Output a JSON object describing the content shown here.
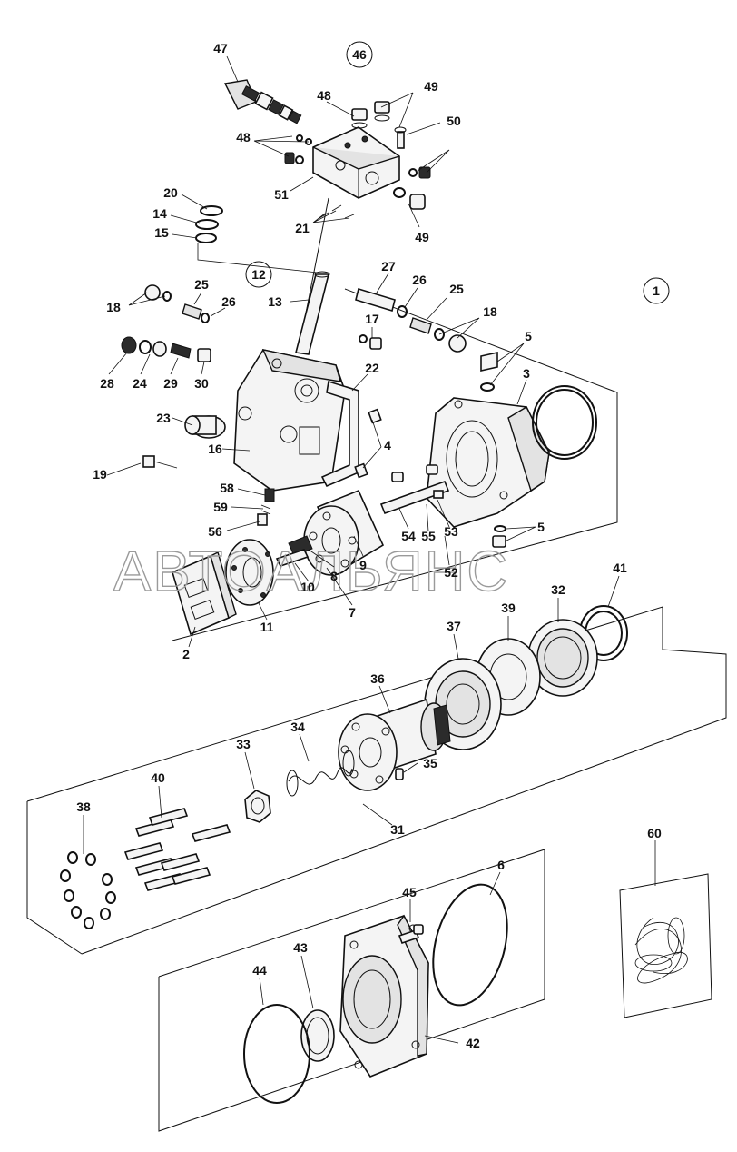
{
  "figure": {
    "watermark": "АВТОАЛЬЯНС",
    "group_labels": [
      "46",
      "12",
      "1"
    ],
    "part_labels": [
      "47",
      "48",
      "49",
      "50",
      "48",
      "51",
      "20",
      "14",
      "15",
      "21",
      "49",
      "27",
      "26",
      "25",
      "18",
      "13",
      "25",
      "26",
      "18",
      "17",
      "5",
      "28",
      "24",
      "29",
      "30",
      "22",
      "3",
      "23",
      "16",
      "4",
      "19",
      "58",
      "59",
      "56",
      "54",
      "55",
      "53",
      "5",
      "9",
      "8",
      "10",
      "52",
      "7",
      "11",
      "2",
      "41",
      "39",
      "32",
      "37",
      "36",
      "34",
      "33",
      "35",
      "40",
      "38",
      "31",
      "60",
      "6",
      "45",
      "43",
      "44",
      "42"
    ]
  }
}
